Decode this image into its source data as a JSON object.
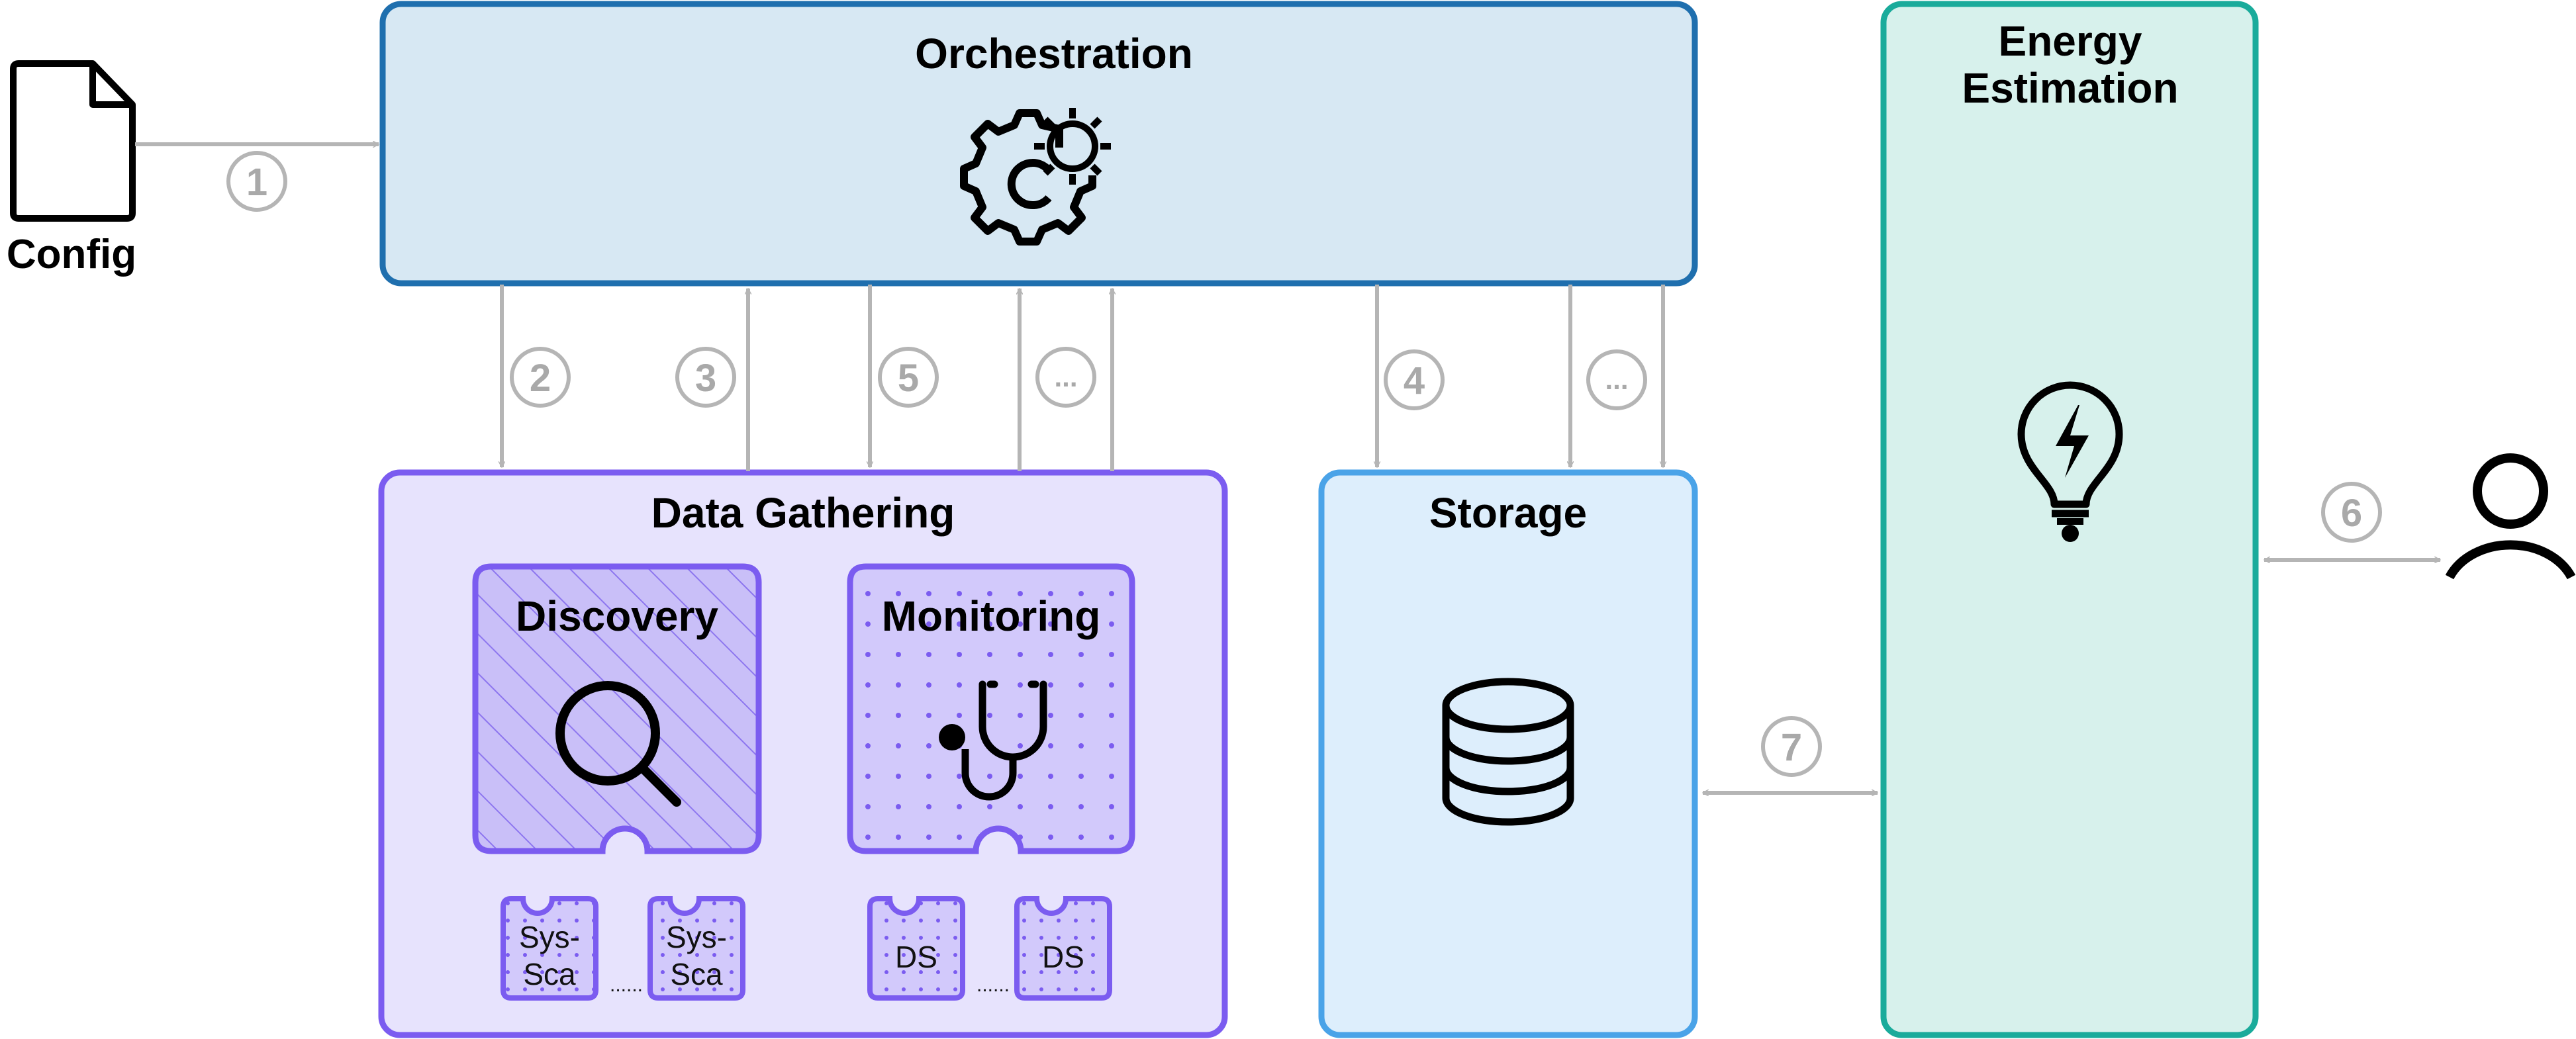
{
  "config": {
    "label": "Config"
  },
  "orchestration": {
    "title": "Orchestration",
    "icon": "gear-sun-icon"
  },
  "energy": {
    "title_line1": "Energy",
    "title_line2": "Estimation",
    "icon": "lightbulb-bolt-icon"
  },
  "data_gathering": {
    "title": "Data Gathering",
    "discovery": {
      "title": "Discovery",
      "icon": "magnifier-icon",
      "plugins": [
        "Sys-Sca",
        "Sys-Sca"
      ],
      "plugin_line1": "Sys-",
      "plugin_line2": "Sca",
      "ellipsis": "......"
    },
    "monitoring": {
      "title": "Monitoring",
      "icon": "stethoscope-icon",
      "plugins": [
        "DS",
        "DS"
      ],
      "ellipsis": "......"
    }
  },
  "storage": {
    "title": "Storage",
    "icon": "database-icon"
  },
  "user": {
    "icon": "user-icon"
  },
  "steps": {
    "s1": "1",
    "s2": "2",
    "s3": "3",
    "s4": "4",
    "s5": "5",
    "s6": "6",
    "s7": "7",
    "more_a": "...",
    "more_b": "..."
  },
  "colors": {
    "orchestration_fill": "#d7e8f3",
    "orchestration_stroke": "#1f6fae",
    "energy_fill": "#d7f1ec",
    "energy_stroke": "#1aab9b",
    "gathering_fill": "#e7e3fd",
    "gathering_stroke": "#7b5cf0",
    "storage_fill": "#ddeefc",
    "storage_stroke": "#4aa3e8",
    "arrow": "#b5b5b5"
  }
}
